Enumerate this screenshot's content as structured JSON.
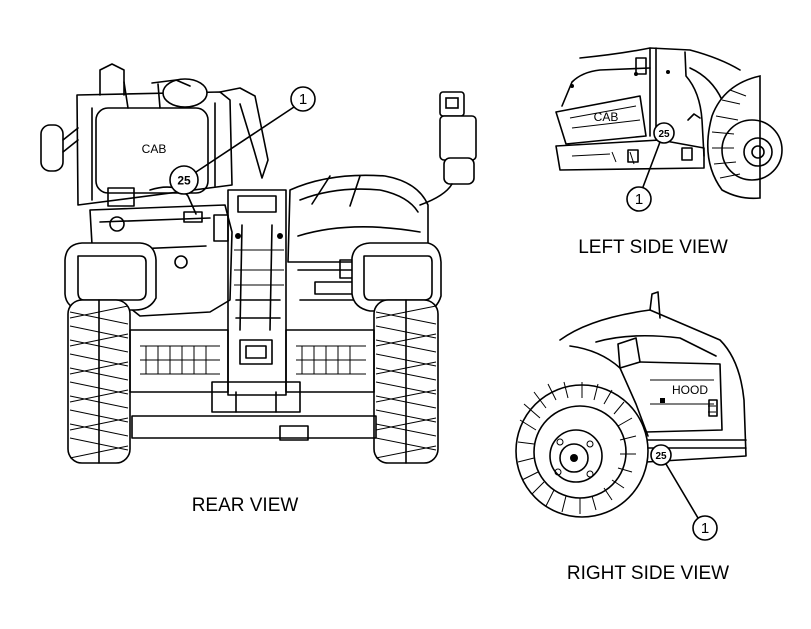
{
  "views": {
    "rear": {
      "title": "REAR VIEW",
      "cab_label": "CAB",
      "decal_number": "25",
      "callout": "1"
    },
    "left": {
      "title": "LEFT SIDE VIEW",
      "cab_label": "CAB",
      "decal_number": "25",
      "callout": "1"
    },
    "right": {
      "title": "RIGHT SIDE VIEW",
      "hood_label": "HOOD",
      "decal_number": "25",
      "callout": "1"
    }
  }
}
